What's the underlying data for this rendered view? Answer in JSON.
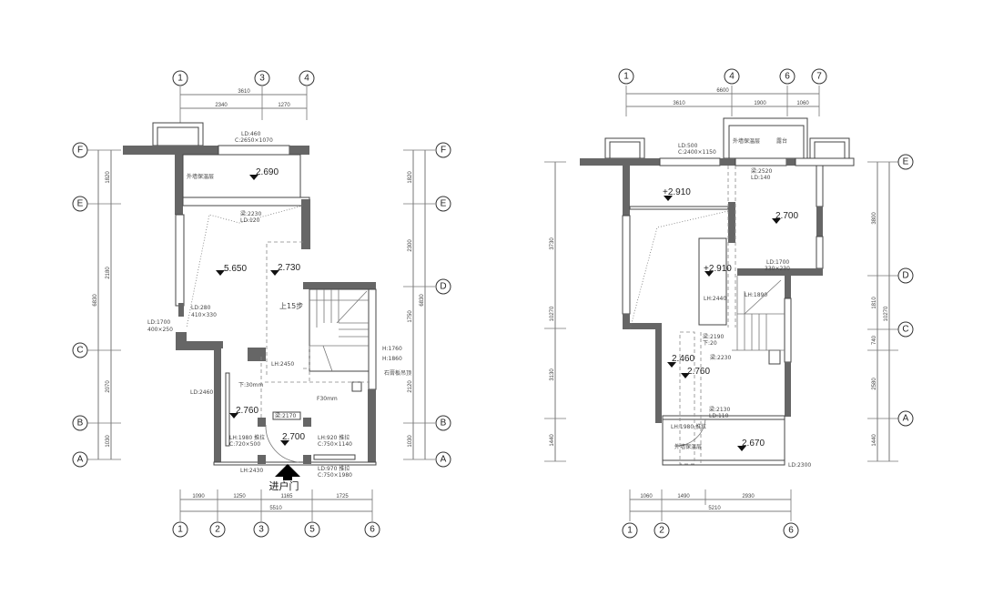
{
  "left_plan": {
    "top_axes": [
      "1",
      "3",
      "4"
    ],
    "top_dims": {
      "overall": "3610",
      "parts": [
        "2340",
        "1270"
      ]
    },
    "bottom_axes": [
      "1",
      "2",
      "3",
      "5",
      "6"
    ],
    "bottom_dims": {
      "overall": "5510",
      "parts": [
        "1090",
        "1250",
        "1165",
        "1725"
      ]
    },
    "left_axes": [
      "F",
      "E",
      "C",
      "B",
      "A"
    ],
    "left_dims": {
      "overall": "6830",
      "sub": "2180",
      "parts": [
        "1820",
        "2070",
        "1030"
      ]
    },
    "right_axes": [
      "F",
      "E",
      "D",
      "B",
      "A"
    ],
    "right_dims": {
      "overall": "6830",
      "parts": [
        "1820",
        "2300",
        "1750",
        "2120",
        "1030"
      ]
    },
    "elevations": [
      "2.690",
      "5.650",
      "2.730",
      "2.760",
      "2.700"
    ],
    "notes": {
      "window_top": "LD:460",
      "window_top_size": "C:2650×1070",
      "insulation": "外墙保温层",
      "beam_1": "梁:2230",
      "beam_1_ld": "LD:120",
      "stairs_up": "上15步",
      "vent_ld": "LD:280",
      "vent_size": "410×330",
      "vent2_ld": "LD:1700",
      "vent2_size": "400×250",
      "lh_2450": "LH:2450",
      "h_1760": "H:1760",
      "h_1860": "H:1860",
      "ceiling": "石膏板吊顶",
      "step_down": "下:30mm",
      "ld_2460": "LD:2460",
      "step_down2": "F30mm",
      "beam_2": "梁:2170",
      "win_left": "LH:1980 推拉",
      "win_left_size": "C:720×500",
      "win_right": "LH:920 推拉",
      "win_right_size": "C:750×1140",
      "lh_2430": "LH:2430",
      "win_bottom": "LD:970 推拉",
      "win_bottom_size": "C:750×1980",
      "entrance": "进户门"
    }
  },
  "right_plan": {
    "top_axes": [
      "1",
      "4",
      "6",
      "7"
    ],
    "top_dims": {
      "overall": "6600",
      "parts": [
        "3610",
        "1900",
        "1060"
      ]
    },
    "bottom_axes": [
      "1",
      "2",
      "6"
    ],
    "bottom_dims": {
      "overall": "5210",
      "parts": [
        "1060",
        "1490",
        "2930"
      ]
    },
    "left_dims": {
      "overall": "10270",
      "parts": [
        "3730",
        "3130",
        "1440"
      ]
    },
    "right_axes": [
      "E",
      "D",
      "C",
      "A"
    ],
    "right_dims": {
      "overall": "10270",
      "parts": [
        "3800",
        "1810",
        "740",
        "2580",
        "1440"
      ]
    },
    "elevations": [
      "+2.910",
      "2.700",
      "+2.910",
      "2.460",
      "2.760",
      "2.670"
    ],
    "notes": {
      "window_top": "LD:500",
      "window_top_size": "C:2400×1150",
      "insulation_top": "外墙保温层",
      "terrace": "露台",
      "beam_1": "梁:2520",
      "beam_1_ld": "LD:140",
      "vent_ld": "LD:1700",
      "vent_size": "330×230",
      "lh_2440": "LH:2440",
      "lh_1890": "LH:1890",
      "beam_2": "梁:2190",
      "beam_2_sub": "下:20",
      "beam_3": "梁:2230",
      "beam_4": "梁:2130",
      "beam_4_ld": "LD:110",
      "win_bottom": "LH:1980 推拉",
      "insulation_bottom": "外墙保温层",
      "ld_2300": "LD:2300"
    }
  }
}
